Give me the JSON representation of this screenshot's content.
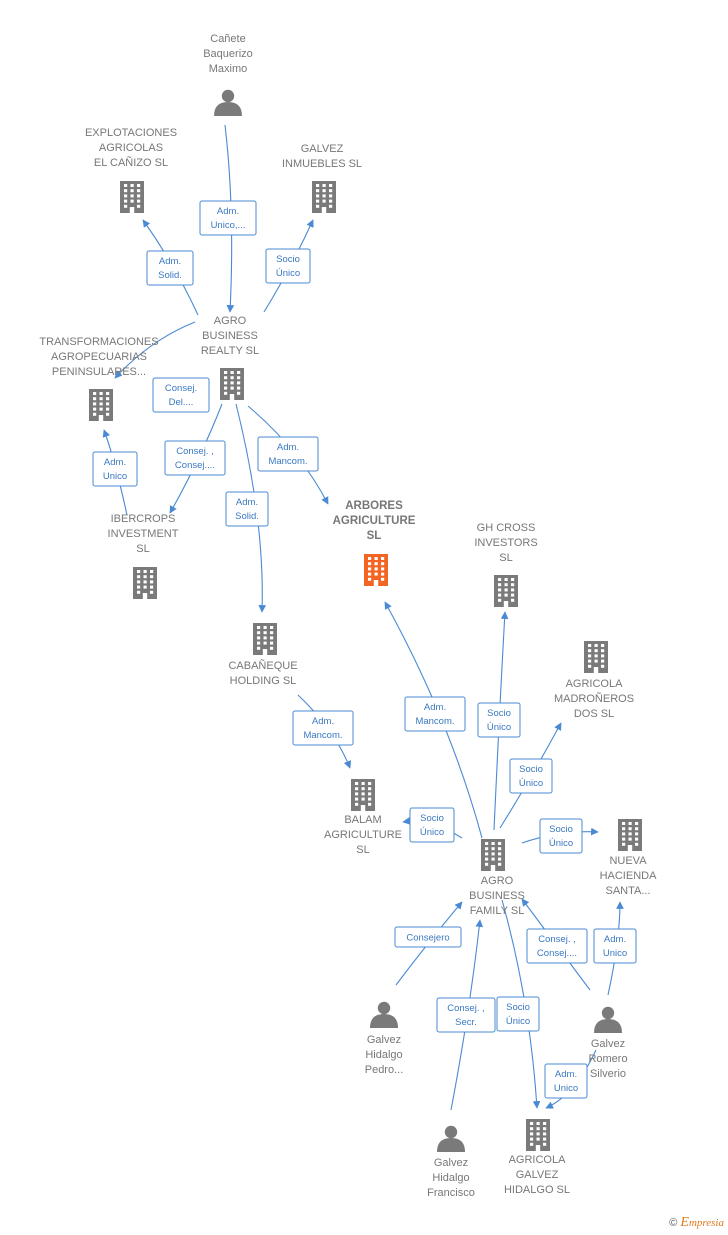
{
  "colors": {
    "company": "#7a7a7a",
    "focus": "#f26522",
    "person": "#7a7a7a",
    "edge": "#4a8ad4"
  },
  "nodes": [
    {
      "id": "canete",
      "type": "person",
      "label": [
        "Cañete",
        "Baquerizo",
        "Maximo"
      ]
    },
    {
      "id": "explot",
      "type": "company",
      "label": [
        "EXPLOTACIONES",
        "AGRICOLAS",
        "EL CAÑIZO  SL"
      ]
    },
    {
      "id": "galvezinm",
      "type": "company",
      "label": [
        "GALVEZ",
        "INMUEBLES SL"
      ]
    },
    {
      "id": "abrealty",
      "type": "company",
      "label": [
        "AGRO",
        "BUSINESS",
        "REALTY  SL"
      ]
    },
    {
      "id": "transf",
      "type": "company",
      "label": [
        "TRANSFORMACIONES",
        "AGROPECUARIAS",
        "PENINSULARES..."
      ]
    },
    {
      "id": "ibercrops",
      "type": "company",
      "label": [
        "IBERCROPS",
        "INVESTMENT",
        "SL"
      ]
    },
    {
      "id": "arbores",
      "type": "focus",
      "label": [
        "ARBORES",
        "AGRICULTURE",
        "SL"
      ]
    },
    {
      "id": "ghcross",
      "type": "company",
      "label": [
        "GH CROSS",
        "INVESTORS",
        "SL"
      ]
    },
    {
      "id": "cabaneque",
      "type": "company",
      "label": [
        "CABAÑEQUE",
        "HOLDING  SL"
      ]
    },
    {
      "id": "madroneros",
      "type": "company",
      "label": [
        "AGRICOLA",
        "MADROÑEROS",
        "DOS  SL"
      ]
    },
    {
      "id": "balam",
      "type": "company",
      "label": [
        "BALAM",
        "AGRICULTURE",
        "SL"
      ]
    },
    {
      "id": "abfamily",
      "type": "company",
      "label": [
        "AGRO",
        "BUSINESS",
        "FAMILY  SL"
      ]
    },
    {
      "id": "nuevahac",
      "type": "company",
      "label": [
        "NUEVA",
        "HACIENDA",
        "SANTA..."
      ]
    },
    {
      "id": "pedro",
      "type": "person",
      "label": [
        "Galvez",
        "Hidalgo",
        "Pedro..."
      ]
    },
    {
      "id": "silverio",
      "type": "person",
      "label": [
        "Galvez",
        "Romero",
        "Silverio"
      ]
    },
    {
      "id": "francisco",
      "type": "person",
      "label": [
        "Galvez",
        "Hidalgo",
        "Francisco"
      ]
    },
    {
      "id": "agrgalvez",
      "type": "company",
      "label": [
        "AGRICOLA",
        "GALVEZ",
        "HIDALGO  SL"
      ]
    }
  ],
  "edges": [
    {
      "from": "canete",
      "to": "abrealty",
      "label": [
        "Adm.",
        "Unico,..."
      ]
    },
    {
      "from": "abrealty",
      "to": "explot",
      "label": [
        "Adm.",
        "Solid."
      ]
    },
    {
      "from": "abrealty",
      "to": "galvezinm",
      "label": [
        "Socio",
        "Único"
      ]
    },
    {
      "from": "abrealty",
      "to": "transf",
      "label": [
        "Consej.",
        "Del...."
      ]
    },
    {
      "from": "abrealty",
      "to": "ibercrops",
      "label": [
        "Consej. ,",
        "Consej...."
      ]
    },
    {
      "from": "abrealty",
      "to": "cabaneque",
      "label": [
        "Adm.",
        "Solid."
      ]
    },
    {
      "from": "abrealty",
      "to": "arbores",
      "label": [
        "Adm.",
        "Mancom."
      ]
    },
    {
      "from": "ibercrops",
      "to": "transf",
      "label": [
        "Adm.",
        "Unico"
      ]
    },
    {
      "from": "cabaneque",
      "to": "balam",
      "label": [
        "Adm.",
        "Mancom."
      ]
    },
    {
      "from": "abfamily",
      "to": "arbores",
      "label": [
        "Adm.",
        "Mancom."
      ]
    },
    {
      "from": "abfamily",
      "to": "ghcross",
      "label": [
        "Socio",
        "Único"
      ]
    },
    {
      "from": "abfamily",
      "to": "madroneros",
      "label": [
        "Socio",
        "Único"
      ]
    },
    {
      "from": "abfamily",
      "to": "balam",
      "label": [
        "Socio",
        "Único"
      ]
    },
    {
      "from": "abfamily",
      "to": "nuevahac",
      "label": [
        "Socio",
        "Único"
      ]
    },
    {
      "from": "pedro",
      "to": "abfamily",
      "label": [
        "Consejero"
      ]
    },
    {
      "from": "francisco",
      "to": "abfamily",
      "label": [
        "Consej. ,",
        "Secr."
      ]
    },
    {
      "from": "silverio",
      "to": "abfamily",
      "label": [
        "Consej. ,",
        "Consej...."
      ]
    },
    {
      "from": "silverio",
      "to": "nuevahac",
      "label": [
        "Adm.",
        "Unico"
      ]
    },
    {
      "from": "abfamily",
      "to": "agrgalvez",
      "label": [
        "Socio",
        "Único"
      ]
    },
    {
      "from": "silverio",
      "to": "agrgalvez",
      "label": [
        "Adm.",
        "Unico"
      ]
    }
  ],
  "brand": {
    "copyright": "©",
    "e": "E",
    "rest": "mpresia"
  }
}
